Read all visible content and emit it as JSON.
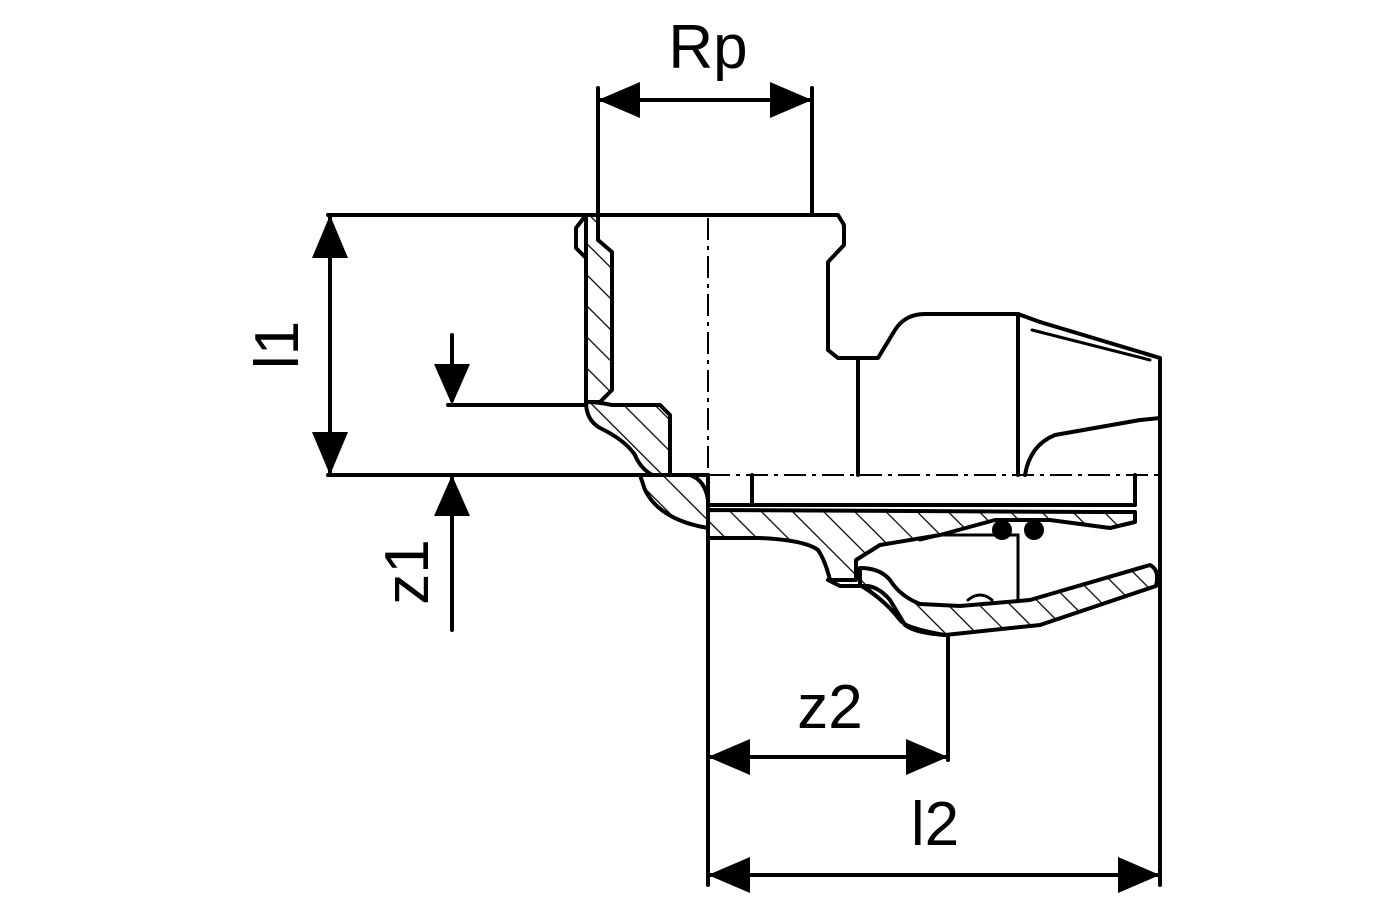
{
  "dimensions": {
    "rp": "Rp",
    "l1": "l1",
    "z1": "z1",
    "z2": "z2",
    "l2": "l2"
  },
  "colors": {
    "stroke": "#000000",
    "background": "#ffffff"
  }
}
